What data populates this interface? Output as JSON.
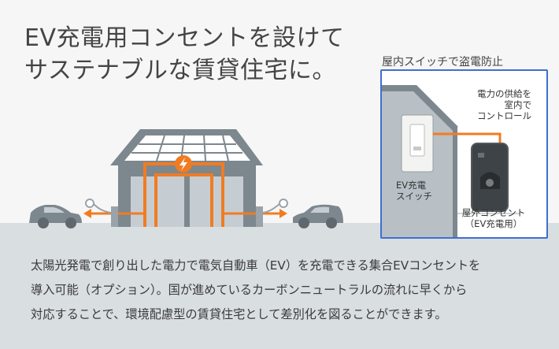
{
  "headline": {
    "line1": "EV充電用コンセントを設けて",
    "line2": "サステナブルな賃貸住宅に。"
  },
  "inset": {
    "title": "屋内スイッチで盗電防止",
    "label_power": [
      "電力の供給を",
      "室内で",
      "コントロール"
    ],
    "label_switch": [
      "EV充電",
      "スイッチ"
    ],
    "label_outlet": [
      "屋外コンセント",
      "（EV充電用）"
    ]
  },
  "description": [
    "太陽光発電で創り出した電力で電気自動車（EV）を充電できる集合EVコンセントを",
    "導入可能（オプション）。国が進めているカーボンニュートラルの流れに早くから",
    "対応することで、環境配慮型の賃貸住宅として差別化を図ることができます。"
  ],
  "colors": {
    "accent_orange": "#f07c22",
    "inset_border": "#3f6fd0",
    "building_gray": "#7d878e",
    "ground": "#d9dee1"
  },
  "icons": [
    "lightning-icon",
    "ev-charger-left-icon",
    "ev-charger-right-icon",
    "car-left-icon",
    "car-right-icon",
    "ev-switch-icon",
    "outdoor-outlet-icon",
    "arrow-left-icon",
    "arrow-right-icon"
  ]
}
